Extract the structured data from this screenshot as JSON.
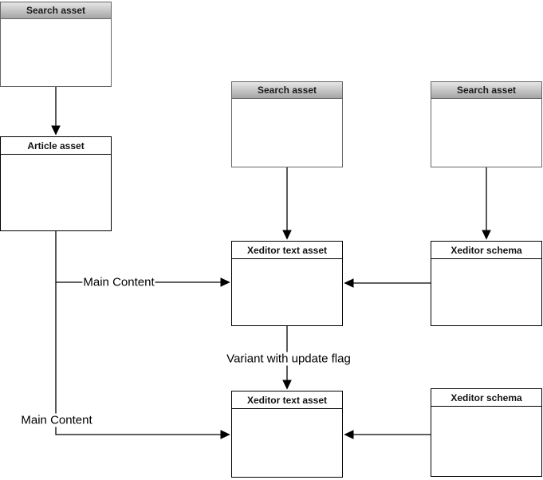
{
  "diagram": {
    "nodes": [
      {
        "id": "search-asset-top-left",
        "label": "Search asset",
        "variant": "gradient"
      },
      {
        "id": "article-asset",
        "label": "Article asset",
        "variant": "plain"
      },
      {
        "id": "search-asset-middle",
        "label": "Search asset",
        "variant": "gradient"
      },
      {
        "id": "search-asset-right",
        "label": "Search asset",
        "variant": "gradient"
      },
      {
        "id": "xeditor-text-asset-top",
        "label": "Xeditor text asset",
        "variant": "plain"
      },
      {
        "id": "xeditor-schema-top",
        "label": "Xeditor schema",
        "variant": "plain"
      },
      {
        "id": "xeditor-text-asset-bottom",
        "label": "Xeditor text asset",
        "variant": "plain"
      },
      {
        "id": "xeditor-schema-bottom",
        "label": "Xeditor schema",
        "variant": "plain"
      }
    ],
    "edge_labels": [
      {
        "id": "main-content-top",
        "text": "Main Content"
      },
      {
        "id": "variant-with-update-flag",
        "text": "Variant with update flag"
      },
      {
        "id": "main-content-bottom",
        "text": "Main Content"
      }
    ],
    "colors": {
      "background": "#ffffff",
      "edge": "#000000",
      "plain_node_border": "#000000",
      "gradient_node_border": "#666666",
      "header_gradient_top": "#e6e6e6",
      "header_gradient_bottom": "#a5a5a5"
    }
  }
}
